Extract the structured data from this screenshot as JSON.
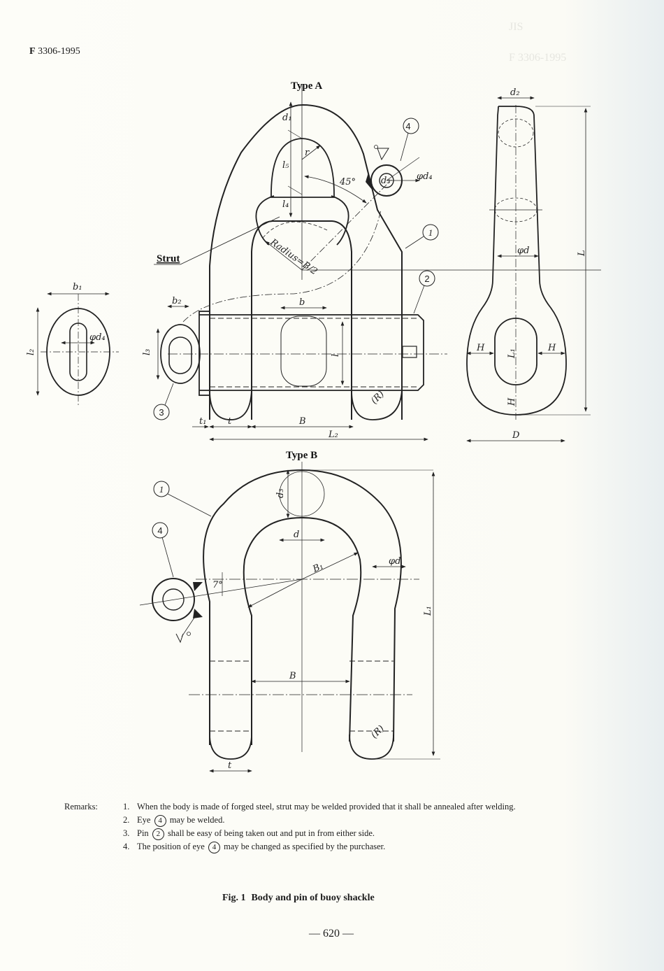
{
  "header": {
    "standard_prefix": "F",
    "standard_number": "3306-1995"
  },
  "bleed_through": {
    "org": "JIS",
    "standard": "F 3306-1995"
  },
  "figure": {
    "type_a": {
      "title": "Type A",
      "labels": {
        "d1": "d₁",
        "l5": "l₅",
        "l4": "l₄",
        "r": "r",
        "angle": "45°",
        "radius": "Radius=B/2",
        "d3": "d₃",
        "phi_d4": "φd₄",
        "strut": "Strut",
        "b1": "b₁",
        "b2": "b₂",
        "l2": "l₂",
        "l3": "l₃",
        "phi_d4_eye": "φd₄",
        "b": "b",
        "l": "l",
        "R": "(R)",
        "t1": "t₁",
        "t": "t",
        "B": "B",
        "L2": "L₂"
      },
      "callouts": [
        "1",
        "2",
        "3",
        "4"
      ]
    },
    "pin": {
      "labels": {
        "d2": "d₂",
        "phi_d": "φd",
        "L": "L",
        "H_left": "H",
        "H_right": "H",
        "H_bottom": "H",
        "L1": "L₁",
        "D": "D"
      }
    },
    "type_b": {
      "title": "Type B",
      "labels": {
        "d3": "d₃",
        "d": "d",
        "B1": "B₁",
        "phi_d": "φd",
        "angle": "7°",
        "L1": "L₁",
        "B": "B",
        "R": "(R)",
        "t": "t"
      },
      "callouts": [
        "1",
        "4"
      ]
    }
  },
  "remarks": {
    "heading": "Remarks:",
    "items": [
      {
        "num": "1.",
        "text": "When the body is made of forged steel, strut may be welded provided that it shall be annealed after welding."
      },
      {
        "num": "2.",
        "pre": "Eye",
        "ref": "4",
        "post": "may be welded."
      },
      {
        "num": "3.",
        "pre": "Pin",
        "ref": "2",
        "post": "shall be easy of being taken out and put in from either side."
      },
      {
        "num": "4.",
        "pre": "The position of eye",
        "ref": "4",
        "post": "may be changed as specified by the purchaser."
      }
    ]
  },
  "caption": {
    "fig": "Fig. 1",
    "text": "Body and pin of buoy shackle"
  },
  "page_number": "— 620 —"
}
